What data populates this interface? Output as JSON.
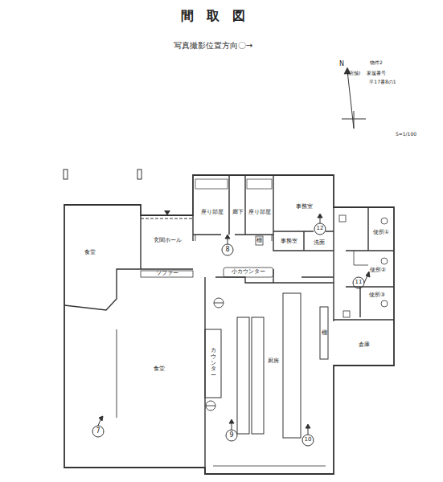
{
  "diagram": {
    "title": "間　取　図",
    "nodes": [
      {
        "text": [
          "食堂"
        ]
      },
      {
        "text": [
          "玄関ホール"
        ]
      },
      {
        "text": [
          "ソファー"
        ]
      },
      {
        "text": [
          "座り部屋"
        ]
      },
      {
        "text": [
          "廊下"
        ]
      },
      {
        "text": [
          "座り部屋"
        ]
      },
      {
        "text": [
          "事務室"
        ]
      },
      {
        "text": [
          "事務室"
        ]
      },
      {
        "text": [
          "洗面"
        ]
      },
      {
        "text": [
          "便所①"
        ]
      },
      {
        "text": [
          "便所②"
        ]
      },
      {
        "text": [
          "便所③"
        ]
      },
      {
        "text": [
          "倉庫"
        ]
      },
      {
        "text": [
          "棚"
        ]
      },
      {
        "text": [
          "小カウンター"
        ]
      },
      {
        "text": [
          "カウンター"
        ]
      },
      {
        "text": [
          "厨房"
        ]
      },
      {
        "text": [
          "棚"
        ]
      },
      {
        "text": [
          "食堂"
        ]
      }
    ],
    "labels": [
      "写真撮影位置方向〇→",
      "物件2",
      "(店舗)",
      "家屋番号",
      "平17番8の1",
      "N",
      "S=1/100",
      "7",
      "8",
      "9",
      "10",
      "11",
      "12"
    ]
  }
}
